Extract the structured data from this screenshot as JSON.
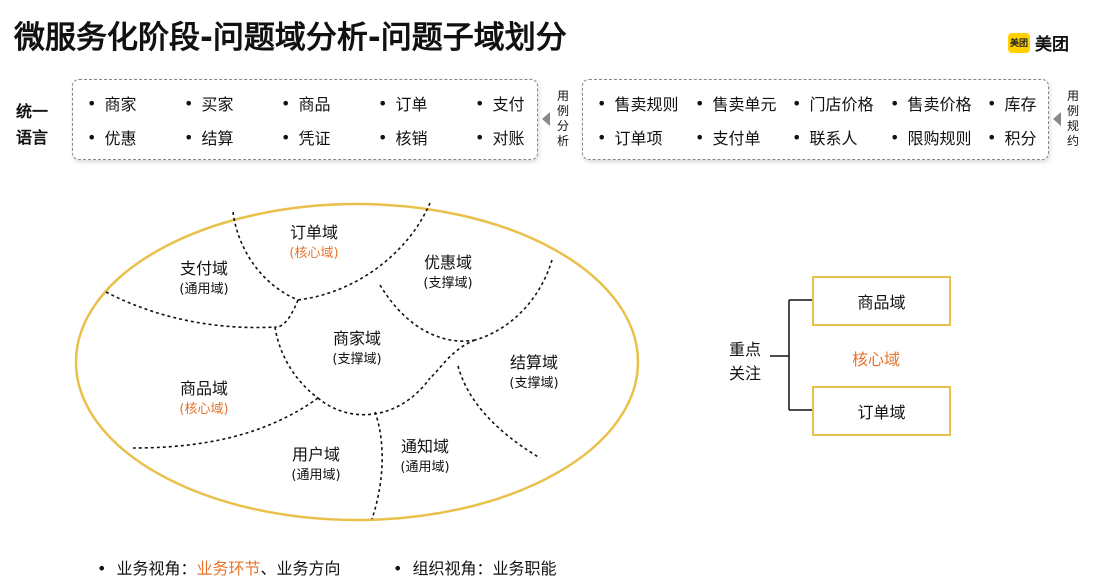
{
  "title": "微服务化阶段-问题域分析-问题子域划分",
  "brand": {
    "icon_text": "美团",
    "name": "美团"
  },
  "unified_language": {
    "label_line1": "统一",
    "label_line2": "语言",
    "terms": [
      "商家",
      "买家",
      "商品",
      "订单",
      "支付",
      "优惠",
      "结算",
      "凭证",
      "核销",
      "对账"
    ]
  },
  "use_case_analysis": {
    "label": [
      "用",
      "例",
      "分",
      "析"
    ]
  },
  "rules_box": {
    "terms": [
      "售卖规则",
      "售卖单元",
      "门店价格",
      "售卖价格",
      "库存",
      "订单项",
      "支付单",
      "联系人",
      "限购规则",
      "积分"
    ]
  },
  "use_case_rules": {
    "label": [
      "用",
      "例",
      "规",
      "约"
    ]
  },
  "domains": [
    {
      "name": "订单域",
      "type": "(核心域)",
      "highlight": true
    },
    {
      "name": "支付域",
      "type": "(通用域)",
      "highlight": false
    },
    {
      "name": "优惠域",
      "type": "(支撑域)",
      "highlight": false
    },
    {
      "name": "商家域",
      "type": "(支撑域)",
      "highlight": false
    },
    {
      "name": "商品域",
      "type": "(核心域)",
      "highlight": true
    },
    {
      "name": "结算域",
      "type": "(支撑域)",
      "highlight": false
    },
    {
      "name": "用户域",
      "type": "(通用域)",
      "highlight": false
    },
    {
      "name": "通知域",
      "type": "(通用域)",
      "highlight": false
    }
  ],
  "focus": {
    "label_line1": "重点",
    "label_line2": "关注",
    "top_box": "商品域",
    "middle": "核心域",
    "bottom_box": "订单域"
  },
  "bottom_notes": {
    "item1_prefix": "业务视角：",
    "item1_highlight": "业务环节",
    "item1_suffix": "、业务方向",
    "item2": "组织视角：业务职能"
  },
  "colors": {
    "accent": "#e8742c",
    "outline": "#e8c04a",
    "brand": "#ffd100"
  }
}
